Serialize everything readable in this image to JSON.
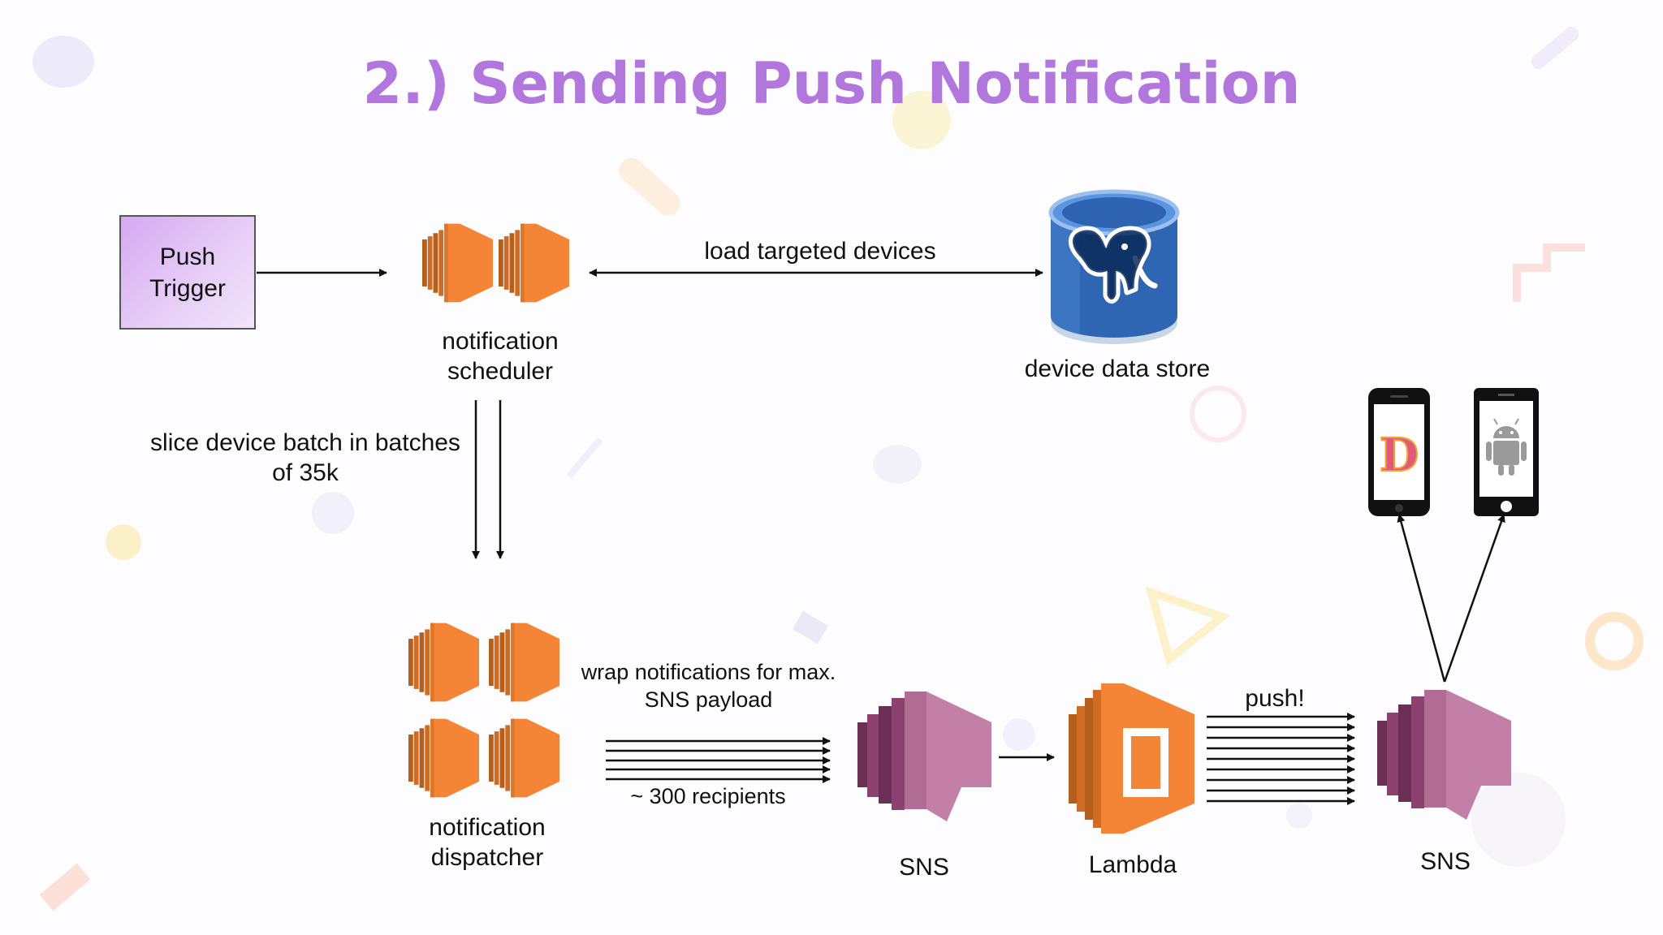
{
  "slide": {
    "title": "2.) Sending Push Notification"
  },
  "nodes": {
    "push_trigger": "Push\nTrigger",
    "scheduler_line1": "notification",
    "scheduler_line2": "scheduler",
    "data_store": "device data store",
    "dispatcher_line1": "notification",
    "dispatcher_line2": "dispatcher",
    "sns_1": "SNS",
    "lambda": "Lambda",
    "sns_2": "SNS"
  },
  "edges": {
    "load_devices": "load targeted devices",
    "slice_line1": "slice device batch in batches",
    "slice_line2": "of 35k",
    "wrap_line1": "wrap notifications for max.",
    "wrap_line2": "SNS payload",
    "recipients": "~ 300 recipients",
    "push": "push!"
  },
  "devices": {
    "ios_app_letter": "D"
  },
  "colors": {
    "title": "#b277dd",
    "ec2_orange": "#f58536",
    "sns_pink": "#c37fa6",
    "lambda_orange": "#f58536",
    "db_blue": "#3a74c2"
  }
}
